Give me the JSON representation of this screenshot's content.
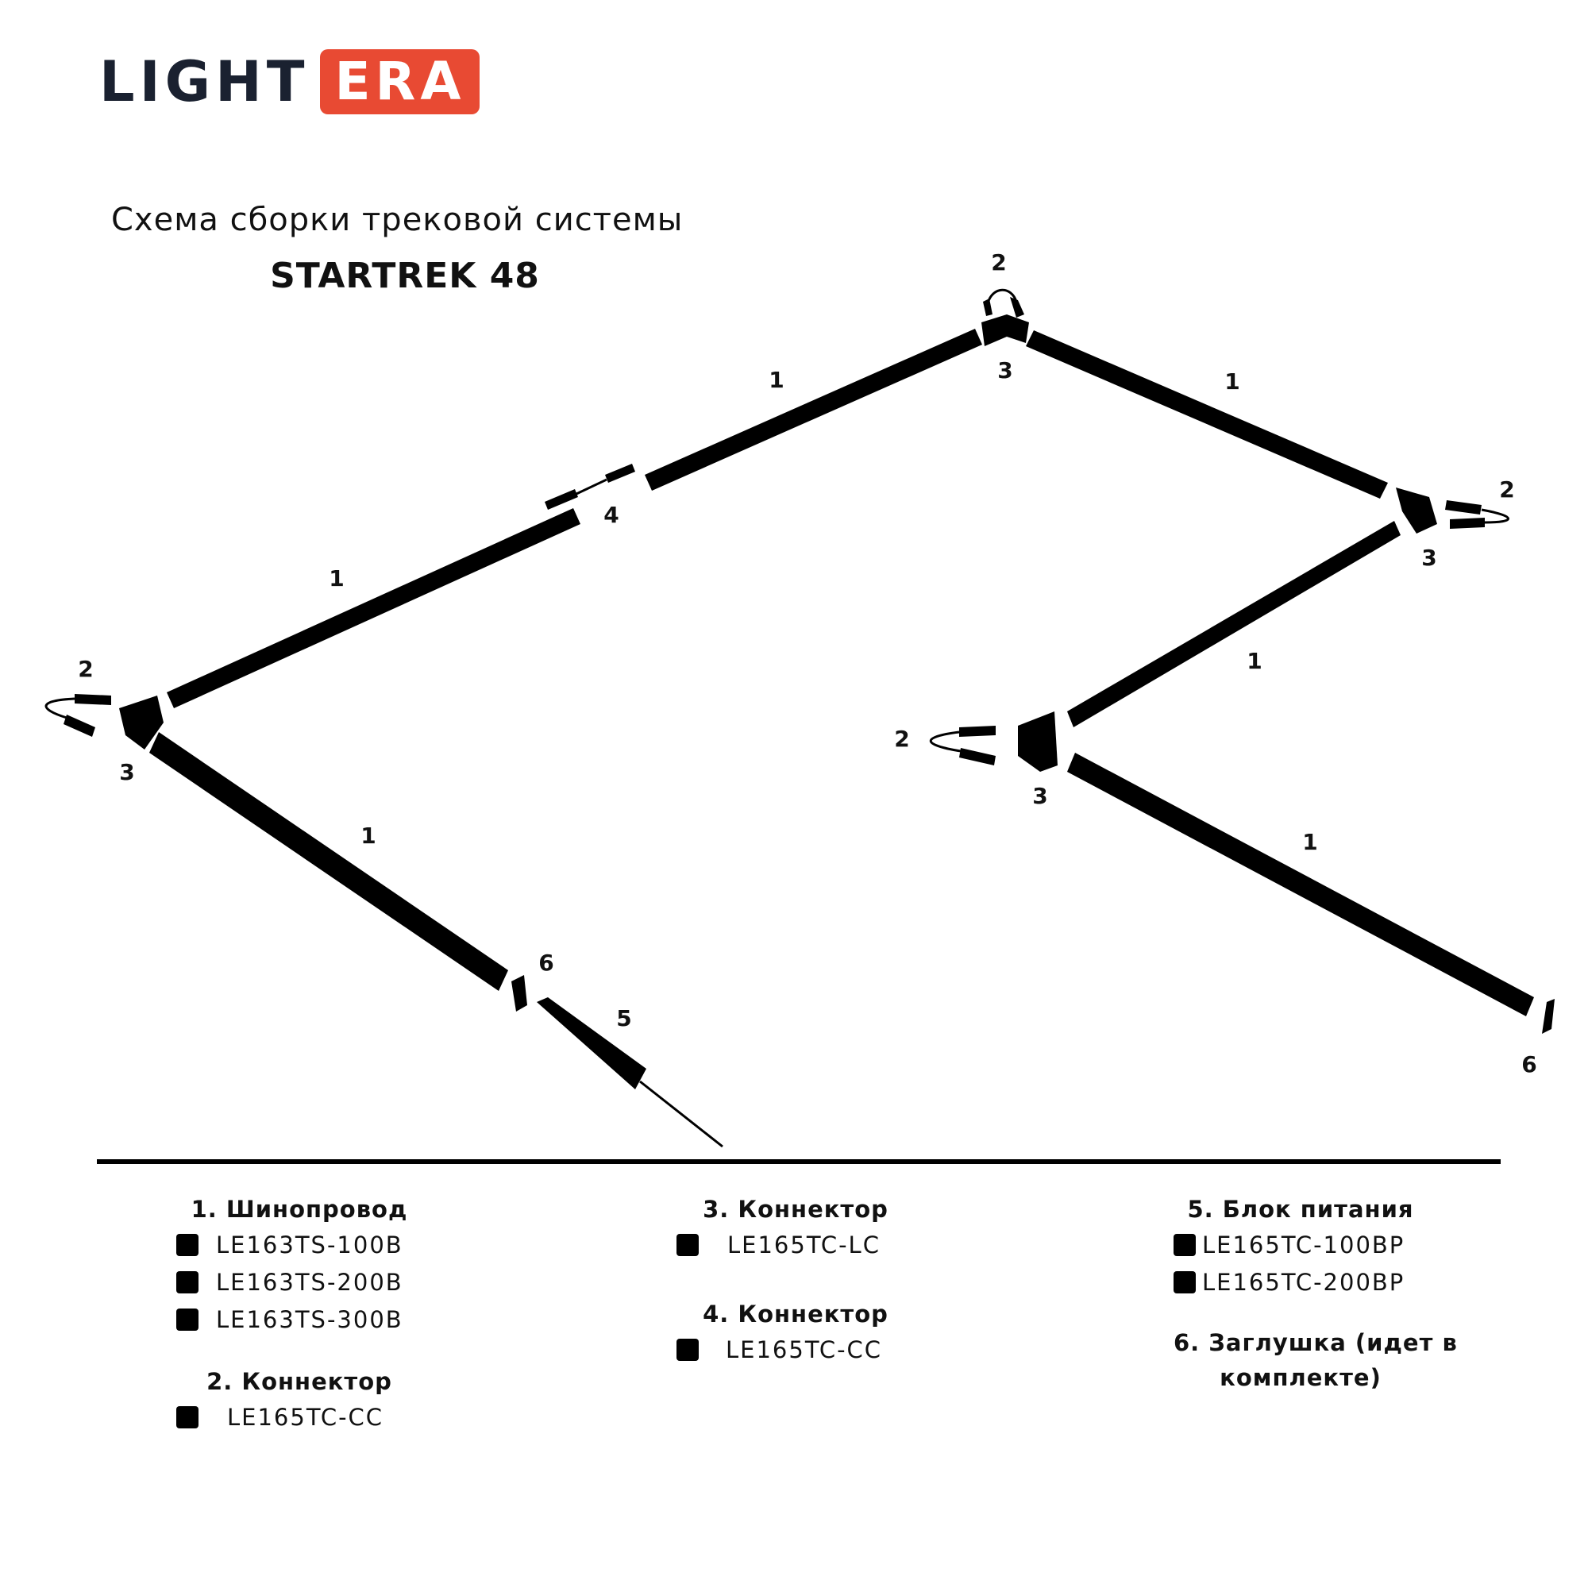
{
  "logo": {
    "part1": "LIGHT",
    "part2": "ERA"
  },
  "title": {
    "line1": "Схема сборки трековой системы",
    "line2": "STARTREK 48"
  },
  "labels": {
    "top_2": "2",
    "top_3": "3",
    "top_left_1": "1",
    "top_right_1": "1",
    "mid_4": "4",
    "left_upper_1": "1",
    "left_2": "2",
    "left_3": "3",
    "left_lower_1": "1",
    "left_6": "6",
    "left_5": "5",
    "right_2": "2",
    "right_3": "3",
    "right_upper_1": "1",
    "inner_2": "2",
    "inner_3": "3",
    "inner_lower_1": "1",
    "right_6": "6"
  },
  "legend": {
    "col1": {
      "head1": "1. Шинопровод",
      "items1": [
        "LE163TS-100B",
        "LE163TS-200B",
        "LE163TS-300B"
      ],
      "head2": "2. Коннектор",
      "items2": [
        "LE165TC-CC"
      ]
    },
    "col2": {
      "head1": "3. Коннектор",
      "items1": [
        "LE165TC-LC"
      ],
      "head2": "4. Коннектор",
      "items2": [
        "LE165TC-CC"
      ]
    },
    "col3": {
      "head1": "5. Блок питания",
      "items1": [
        "LE165TC-100BP",
        "LE165TC-200BP"
      ],
      "head2_line1": "6. Заглушка (идет в",
      "head2_line2": "комплекте)"
    }
  },
  "colors": {
    "brand_red": "#e84a33",
    "logo_dark": "#1a2130",
    "ink": "#000000"
  }
}
